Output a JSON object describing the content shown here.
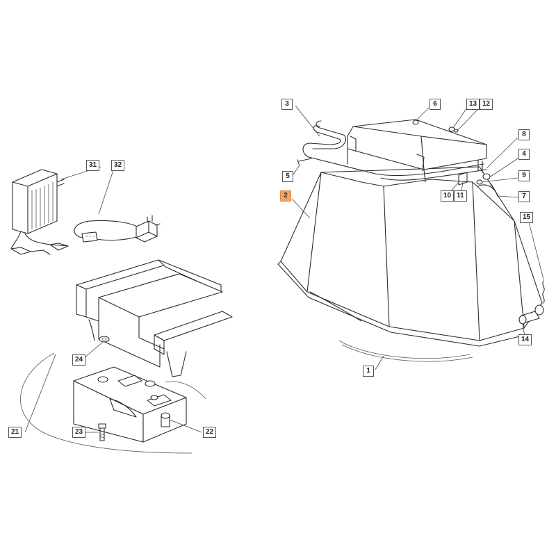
{
  "callouts": [
    {
      "id": "c1",
      "label": "1",
      "highlight": false
    },
    {
      "id": "c2",
      "label": "2",
      "highlight": true
    },
    {
      "id": "c3",
      "label": "3",
      "highlight": false
    },
    {
      "id": "c4",
      "label": "4",
      "highlight": false
    },
    {
      "id": "c5",
      "label": "5",
      "highlight": false
    },
    {
      "id": "c6",
      "label": "6",
      "highlight": false
    },
    {
      "id": "c7",
      "label": "7",
      "highlight": false
    },
    {
      "id": "c8",
      "label": "8",
      "highlight": false
    },
    {
      "id": "c9",
      "label": "9",
      "highlight": false
    },
    {
      "id": "c10",
      "label": "10",
      "highlight": false
    },
    {
      "id": "c11",
      "label": "11",
      "highlight": false
    },
    {
      "id": "c12",
      "label": "12",
      "highlight": false
    },
    {
      "id": "c13",
      "label": "13",
      "highlight": false
    },
    {
      "id": "c14",
      "label": "14",
      "highlight": false
    },
    {
      "id": "c15",
      "label": "15",
      "highlight": false
    },
    {
      "id": "c21",
      "label": "21",
      "highlight": false
    },
    {
      "id": "c22",
      "label": "22",
      "highlight": false
    },
    {
      "id": "c23",
      "label": "23",
      "highlight": false
    },
    {
      "id": "c24",
      "label": "24",
      "highlight": false
    },
    {
      "id": "c31",
      "label": "31",
      "highlight": false
    },
    {
      "id": "c32",
      "label": "32",
      "highlight": false
    }
  ],
  "colors": {
    "highlight": "#f4a460",
    "line": "#2b2b2b"
  }
}
